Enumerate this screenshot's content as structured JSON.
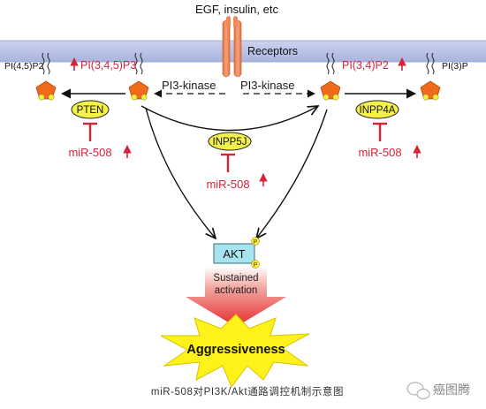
{
  "ligand_label": "EGF, insulin, etc",
  "receptor_label": "Receptors",
  "lipids": {
    "pip2_left": "PI(4,5)P2",
    "pip3": "PI(3,4,5)P3",
    "pi34p2": "PI(3,4)P2",
    "pi3p": "PI(3)P"
  },
  "enzymes": {
    "pi3k_left": "PI3-kinase",
    "pi3k_right": "PI3-kinase",
    "pten": "PTEN",
    "inpp5j": "INPP5J",
    "inpp4a": "INPP4A"
  },
  "mirna": {
    "left": "miR-508",
    "middle": "miR-508",
    "right": "miR-508"
  },
  "phospho_mark": "P",
  "akt_label": "AKT",
  "arrow_text": [
    "Sustained",
    "activation"
  ],
  "outcome_label": "Aggressiveness",
  "caption": "miR-508对PI3K/Akt通路调控机制示意图",
  "watermark": "癌图腾",
  "colors": {
    "membrane": "#b9c3e6",
    "receptor": "#f08a5d",
    "lipid_head": "#ef6a1a",
    "enzyme_oval": "#f4f24a",
    "mirna_red": "#d6233a",
    "akt_box": "#a8e4f0",
    "burst": "#fff21a"
  }
}
